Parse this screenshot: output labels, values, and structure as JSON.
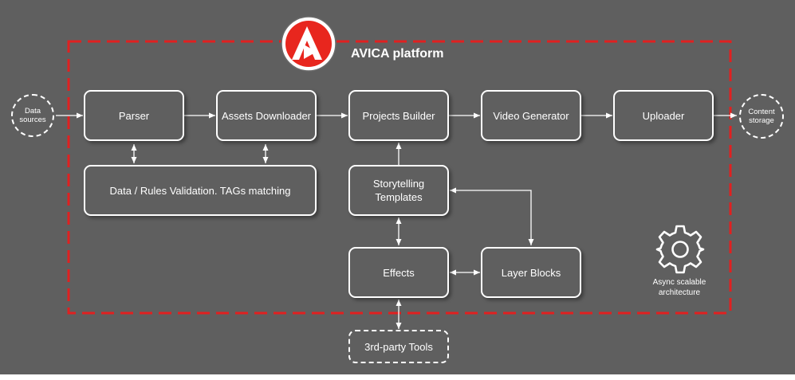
{
  "platform": {
    "title": "AVICA platform",
    "border_color": "#e02020",
    "logo_color": "#e8261e"
  },
  "external": {
    "data_sources": "Data sources",
    "content_storage": "Content storage",
    "third_party_tools": "3rd-party Tools"
  },
  "pipeline": {
    "parser": "Parser",
    "assets_downloader": "Assets Downloader",
    "projects_builder": "Projects Builder",
    "video_generator": "Video Generator",
    "uploader": "Uploader"
  },
  "modules": {
    "validation": "Data / Rules Validation. TAGs matching",
    "storytelling_templates": "Storytelling Templates",
    "effects": "Effects",
    "layer_blocks": "Layer Blocks"
  },
  "architecture": {
    "icon": "gear-icon",
    "caption": "Async scalable architecture"
  }
}
